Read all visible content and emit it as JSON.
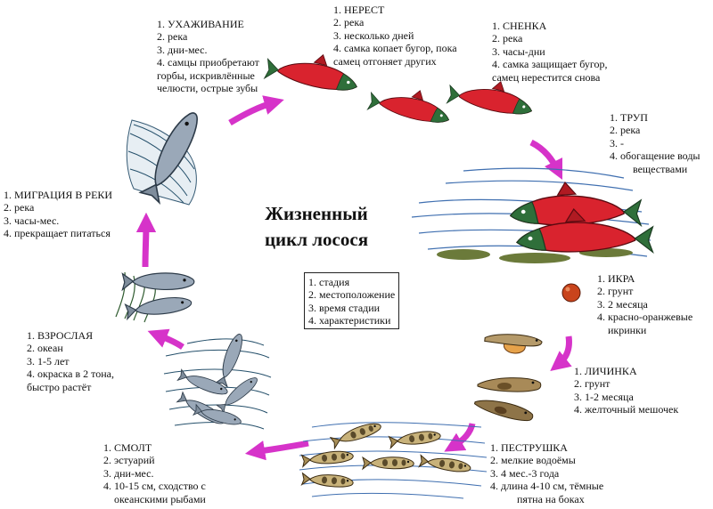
{
  "title_lines": [
    "Жизненный",
    "цикл лосося"
  ],
  "legend": [
    "1. стадия",
    "2. местоположение",
    "3. время стадии",
    "4. характеристики"
  ],
  "stages": {
    "courtship": [
      "1. УХАЖИВАНИЕ",
      "2. река",
      "3. дни-мес.",
      "4. самцы приобретают",
      "горбы, искривлённые",
      "челюсти, острые зубы"
    ],
    "spawning": [
      "1. НЕРЕСТ",
      "2. река",
      "3. несколько дней",
      "4. самка копает бугор, пока",
      "самец отгоняет других"
    ],
    "guarding": [
      "1. СНЕНКА",
      "2. река",
      "3. часы-дни",
      "4. самка защищает бугор,",
      "самец нерестится снова"
    ],
    "carcass": [
      "1. ТРУП",
      "2. река",
      "3. -",
      "4. обогащение воды",
      "веществами"
    ],
    "eggs": [
      "1. ИКРА",
      "2. грунт",
      "3. 2 месяца",
      "4. красно-оранжевые",
      "икринки"
    ],
    "alevin": [
      "1. ЛИЧИНКА",
      "2. грунт",
      "3. 1-2 месяца",
      "4. желточный мешочек"
    ],
    "fry": [
      "1. ПЕСТРУШКА",
      "2. мелкие водоёмы",
      "3. 4 мес.-3 года",
      "4. длина 4-10 см, тёмные",
      "пятна на боках"
    ],
    "smolt": [
      "1. СМОЛТ",
      "2. эстуарий",
      "3. дни-мес.",
      "4. 10-15 см, сходство с",
      "океанскими рыбами"
    ],
    "adult": [
      "1. ВЗРОСЛАЯ",
      "2. океан",
      "3. 1-5 лет",
      "4. окраска в 2 тона,",
      "быстро растёт"
    ],
    "migration": [
      "1. МИГРАЦИЯ В РЕКИ",
      "2. река",
      "3. часы-мес.",
      "4. прекращает питаться"
    ]
  },
  "colors": {
    "arrow": "#d633c9",
    "spawner_red": "#d9232e",
    "spawner_head": "#2f6f3a",
    "ocean_fish": "#9aa8b8",
    "egg": "#c9441c",
    "water": "#3f6fb0"
  }
}
